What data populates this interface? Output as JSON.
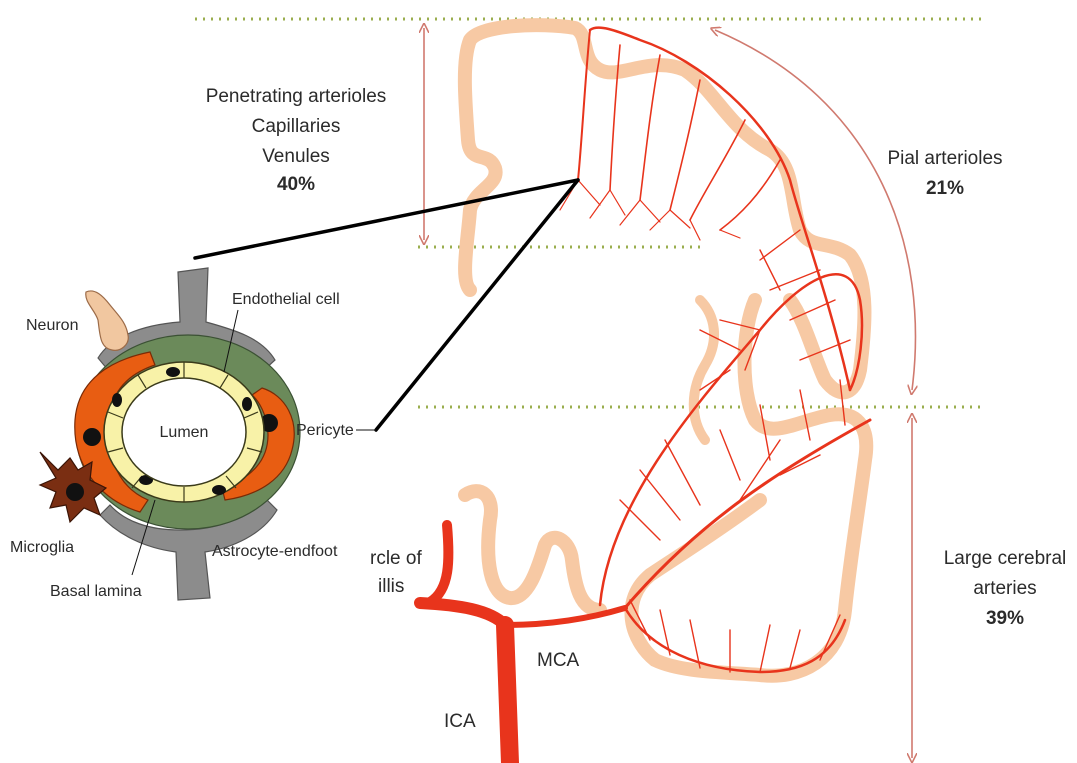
{
  "regions": {
    "microvessels": {
      "line1": "Penetrating arterioles",
      "line2": "Capillaries",
      "line3": "Venules",
      "percent": "40%"
    },
    "pial": {
      "line1": "Pial arterioles",
      "percent": "21%"
    },
    "large": {
      "line1": "Large cerebral",
      "line2": "arteries",
      "percent": "39%"
    }
  },
  "vessel_labels": {
    "circle_line1": "rcle of",
    "circle_line2": "illis",
    "mca": "MCA",
    "ica": "ICA"
  },
  "cross_section": {
    "lumen": "Lumen",
    "endothelial": "Endothelial cell",
    "pericyte": "Pericyte",
    "neuron": "Neuron",
    "microglia": "Microglia",
    "basal_lamina": "Basal lamina",
    "astrocyte": "Astrocyte-endfoot"
  },
  "colors": {
    "artery": "#e8341c",
    "cortex": "#f7c9a4",
    "bracket": "#d07a6f",
    "guide": "#9aae4e",
    "pericyte": "#e85d12",
    "endothelium": "#f8f2a8",
    "basal_lamina": "#6b8a5a",
    "astrocyte": "#8c8c8c",
    "microglia": "#7a2e12",
    "neuron": "#f1c7a0"
  }
}
